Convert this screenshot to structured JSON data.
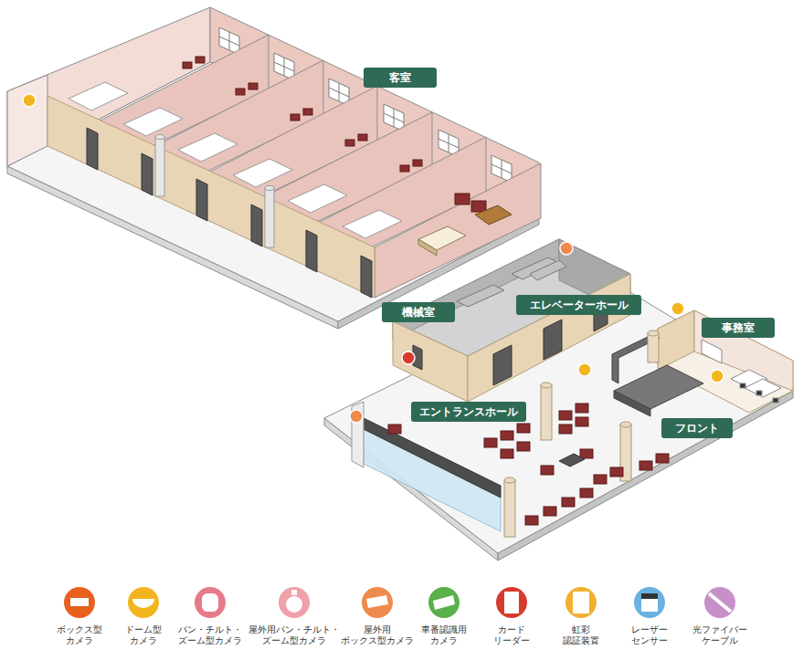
{
  "diagram": {
    "nodes": [
      {
        "text": [
          "客室"
        ]
      },
      {
        "text": [
          "機械室"
        ]
      },
      {
        "text": [
          "エレベーターホール"
        ]
      },
      {
        "text": [
          "事務室"
        ]
      },
      {
        "text": [
          "エントランスホール"
        ]
      },
      {
        "text": [
          "フロント"
        ]
      }
    ],
    "legend": [
      {
        "text": "ボックス型 カメラ"
      },
      {
        "text": "ドーム型 カメラ"
      },
      {
        "text": "パン・チルト・ ズーム型カメラ"
      },
      {
        "text": "屋外用パン・チルト・ ズーム型カメラ"
      },
      {
        "text": "屋外用 ボックス型カメラ"
      },
      {
        "text": "車番認識用 カメラ"
      },
      {
        "text": "カード リーダー"
      },
      {
        "text": "虹彩 認証装置"
      },
      {
        "text": "レーザー センサー"
      },
      {
        "text": "光ファイバー ケーブル"
      }
    ]
  }
}
